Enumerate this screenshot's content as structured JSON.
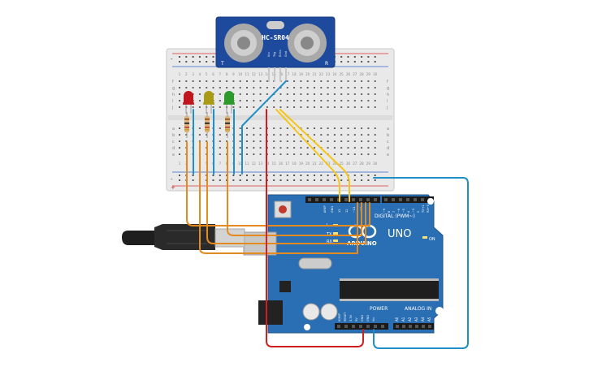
{
  "sensor": {
    "model": "HC-SR04",
    "pins": [
      "Vcc",
      "Trig",
      "Echo",
      "Gnd"
    ],
    "left_marker": "T",
    "right_marker": "R"
  },
  "breadboard": {
    "column_numbers": [
      "1",
      "2",
      "3",
      "4",
      "5",
      "6",
      "7",
      "8",
      "9",
      "10",
      "11",
      "12",
      "13",
      "14",
      "15",
      "16",
      "17",
      "18",
      "19",
      "20",
      "21",
      "22",
      "23",
      "24",
      "25",
      "26",
      "27",
      "28",
      "29",
      "30"
    ],
    "row_letters_top": [
      "a",
      "b",
      "c",
      "d",
      "e"
    ],
    "row_letters_bottom": [
      "f",
      "g",
      "h",
      "i",
      "j"
    ],
    "rail_plus": "+",
    "rail_minus": "-"
  },
  "leds": [
    {
      "label": "red",
      "color": "#c0161d"
    },
    {
      "label": "yellow",
      "color": "#a99b14"
    },
    {
      "label": "green",
      "color": "#2c9a2c"
    }
  ],
  "arduino": {
    "brand": "ARDUINO",
    "model": "UNO",
    "on_label": "ON",
    "digital_header_label": "DIGITAL (PWM~)",
    "power_label": "POWER",
    "analog_label": "ANALOG IN",
    "tx_label": "TX",
    "rx_label": "RX",
    "l_label": "L",
    "top_pin_labels": [
      "AREF",
      "GND",
      "13",
      "12",
      "~11",
      "~10",
      "~9",
      "8",
      "7",
      "~6",
      "~5",
      "4",
      "~3",
      "2",
      "TX→1",
      "RX←0"
    ],
    "power_pin_labels": [
      "IOREF",
      "RESET",
      "3.3V",
      "5V",
      "GND",
      "GND",
      "Vin"
    ],
    "analog_pin_labels": [
      "A0",
      "A1",
      "A2",
      "A3",
      "A4",
      "A5"
    ],
    "board_color": "#2a6fb4"
  },
  "wires": {
    "orange": "#e58a1f",
    "yellow": "#f5c518",
    "blue": "#1f8fc6",
    "red": "#d11f1f"
  }
}
